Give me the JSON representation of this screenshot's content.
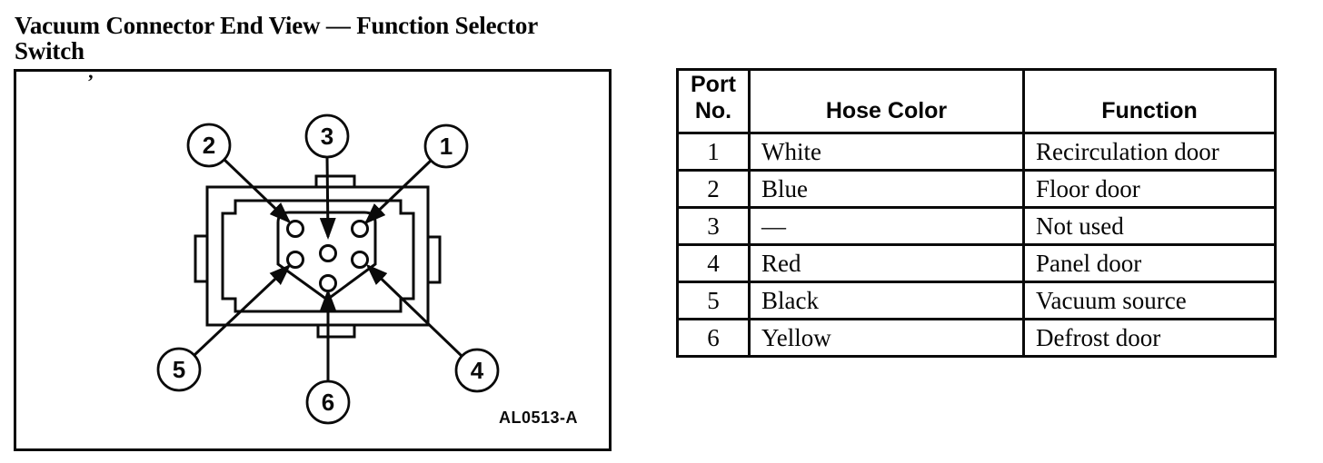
{
  "title": "Vacuum Connector End View — Function Selector\nSwitch",
  "diagram": {
    "figure_id": "AL0513-A",
    "scan_mark": "’",
    "callouts": [
      {
        "label": "1"
      },
      {
        "label": "2"
      },
      {
        "label": "3"
      },
      {
        "label": "4"
      },
      {
        "label": "5"
      },
      {
        "label": "6"
      }
    ]
  },
  "table": {
    "headers": {
      "port": "Port\nNo.",
      "hose": "Hose Color",
      "function": "Function"
    },
    "rows": [
      {
        "port": "1",
        "hose": "White",
        "function": "Recirculation door"
      },
      {
        "port": "2",
        "hose": "Blue",
        "function": "Floor door"
      },
      {
        "port": "3",
        "hose": "—",
        "function": "Not used"
      },
      {
        "port": "4",
        "hose": "Red",
        "function": "Panel door"
      },
      {
        "port": "5",
        "hose": "Black",
        "function": "Vacuum source"
      },
      {
        "port": "6",
        "hose": "Yellow",
        "function": "Defrost door"
      }
    ]
  }
}
